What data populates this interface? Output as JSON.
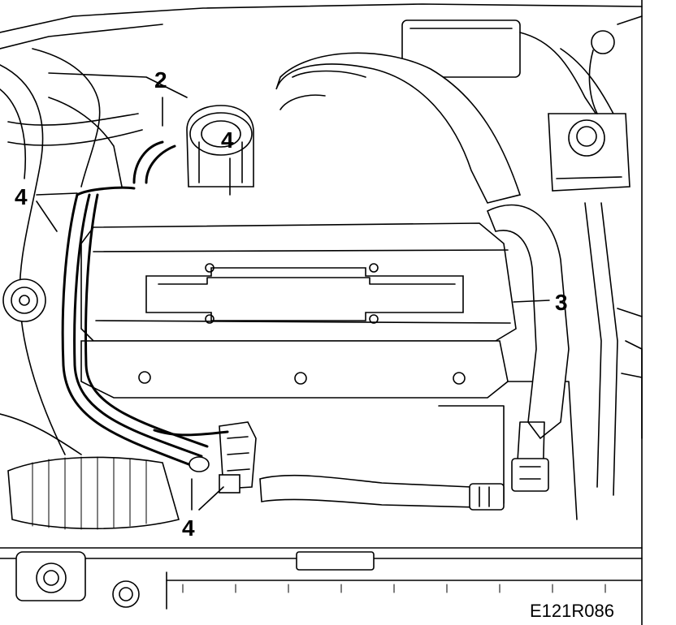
{
  "figure": {
    "reference_code": "E121R086"
  },
  "callouts": [
    {
      "id": "c2",
      "label": "2"
    },
    {
      "id": "c4a",
      "label": "4"
    },
    {
      "id": "c4b",
      "label": "4"
    },
    {
      "id": "c3",
      "label": "3"
    },
    {
      "id": "c4c",
      "label": "4"
    }
  ],
  "colors": {
    "ink": "#000000",
    "paper": "#ffffff"
  }
}
